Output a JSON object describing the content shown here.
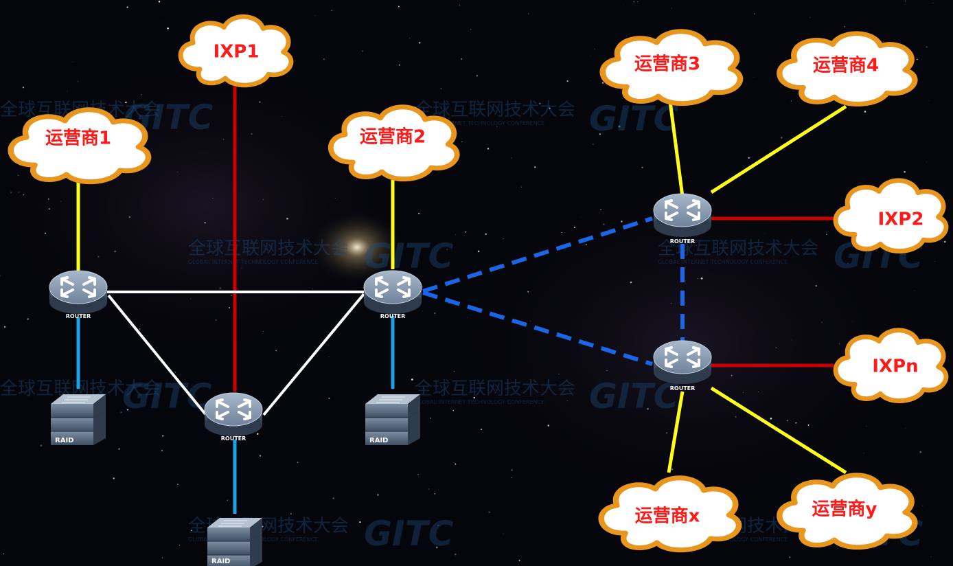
{
  "clouds": {
    "isp1": "运营商1",
    "ixp1": "IXP1",
    "isp2": "运营商2",
    "isp3": "运营商3",
    "isp4": "运营商4",
    "ixp2": "IXP2",
    "ixpn": "IXPn",
    "ispx": "运营商x",
    "ispy": "运营商y"
  },
  "router_label": "ROUTER",
  "raid_label": "RAID",
  "watermark": {
    "text": "全球互联网技术大会",
    "sub": "GLOBAL INTERNET TECHNOLOGY CONFERENCE",
    "logo": "GITC"
  },
  "colors": {
    "background": "#05060c",
    "cloud_fill": "#ffffff",
    "cloud_border": "#e8961e",
    "label": "#ff1a1a",
    "link_yellow": "#ffff1a",
    "link_red": "#cc0000",
    "link_white": "#ffffff",
    "link_cyan": "#1aa3e6",
    "link_blue_dashed": "#1a66e6"
  }
}
